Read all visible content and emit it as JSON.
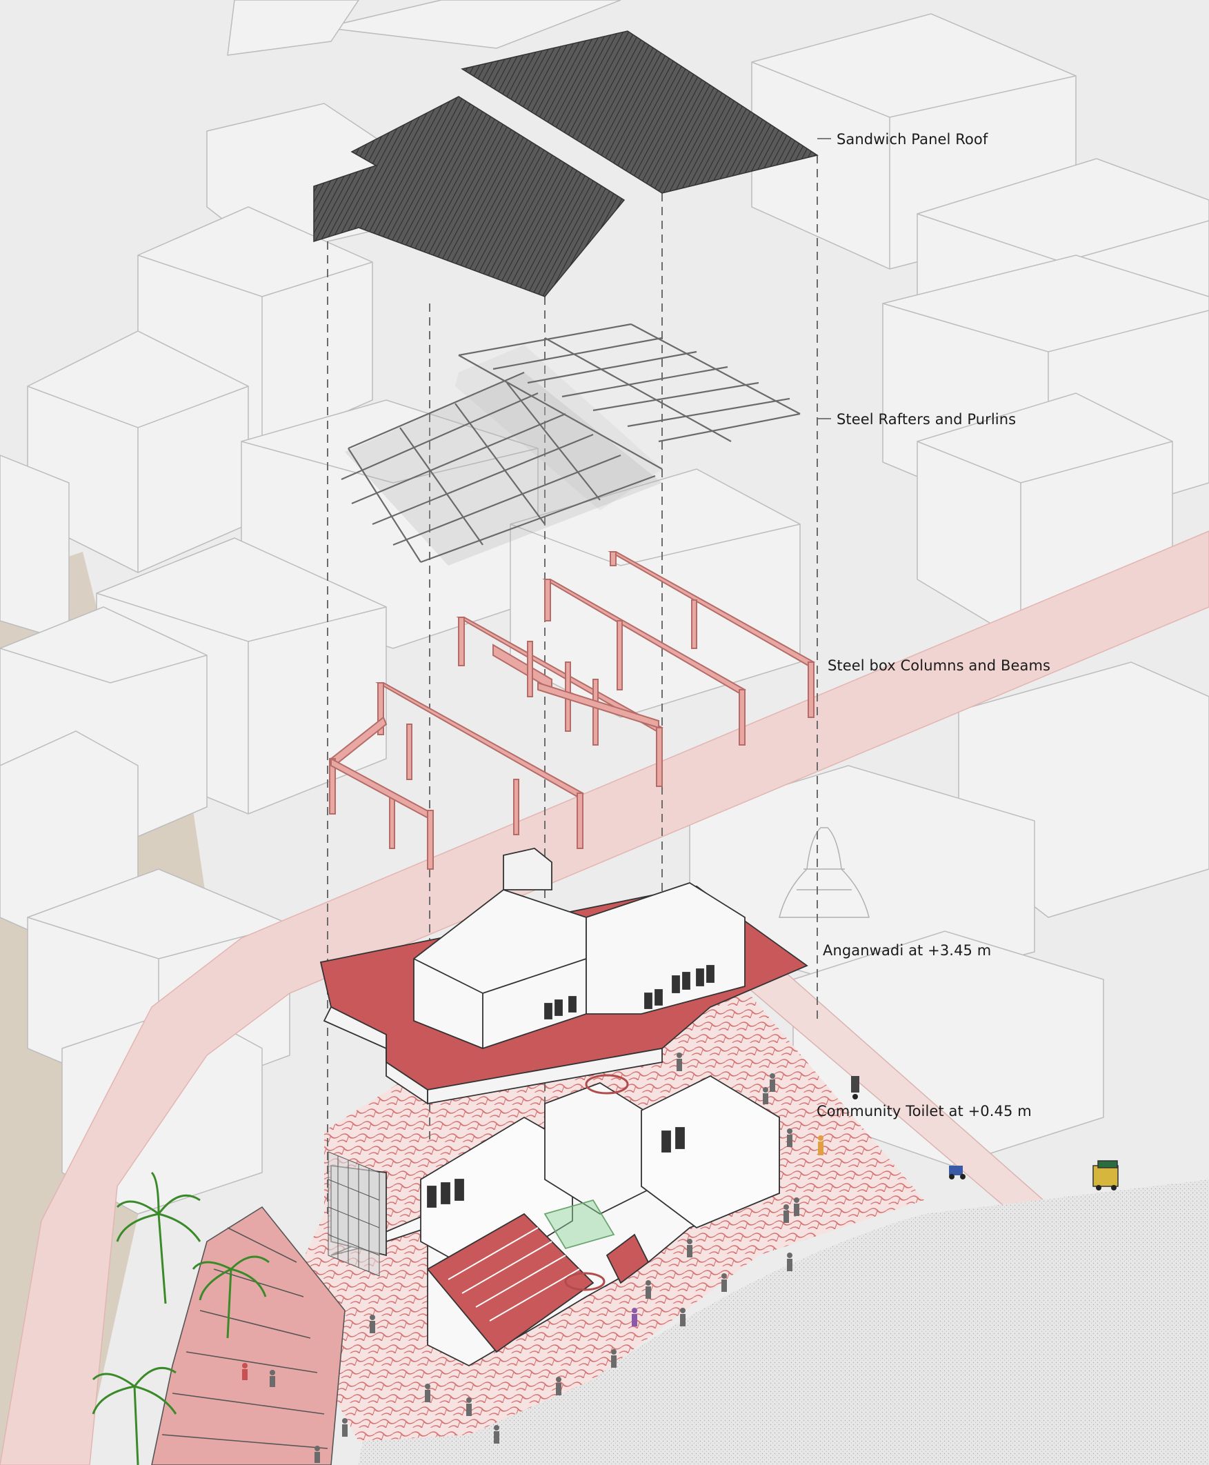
{
  "labels": {
    "roof": "Sandwich Panel Roof",
    "rafters": "Steel Rafters and Purlins",
    "columns": "Steel box Columns and Beams",
    "anganwadi": "Anganwadi at +3.45 m",
    "toilet": "Community Toilet at +0.45 m"
  },
  "colors": {
    "background": "#ececec",
    "context_buildings": "#f1f1f1",
    "context_outline": "#b9b9b9",
    "road": "#f0d6d4",
    "ground_left": "#d6cdbf",
    "plaza_paving": "#f3dcdb",
    "steel_members": "#e3a29d",
    "floor_red": "#c8585a",
    "roof_panels": "#555555",
    "rafters": "#6f6f6f",
    "open_ground": "#e4e4e4",
    "vegetation": "#4f9a3a"
  },
  "icons": {
    "trees": "palm-tree-icon",
    "people": "person-icon",
    "vehicles": "auto-rickshaw-icon"
  }
}
